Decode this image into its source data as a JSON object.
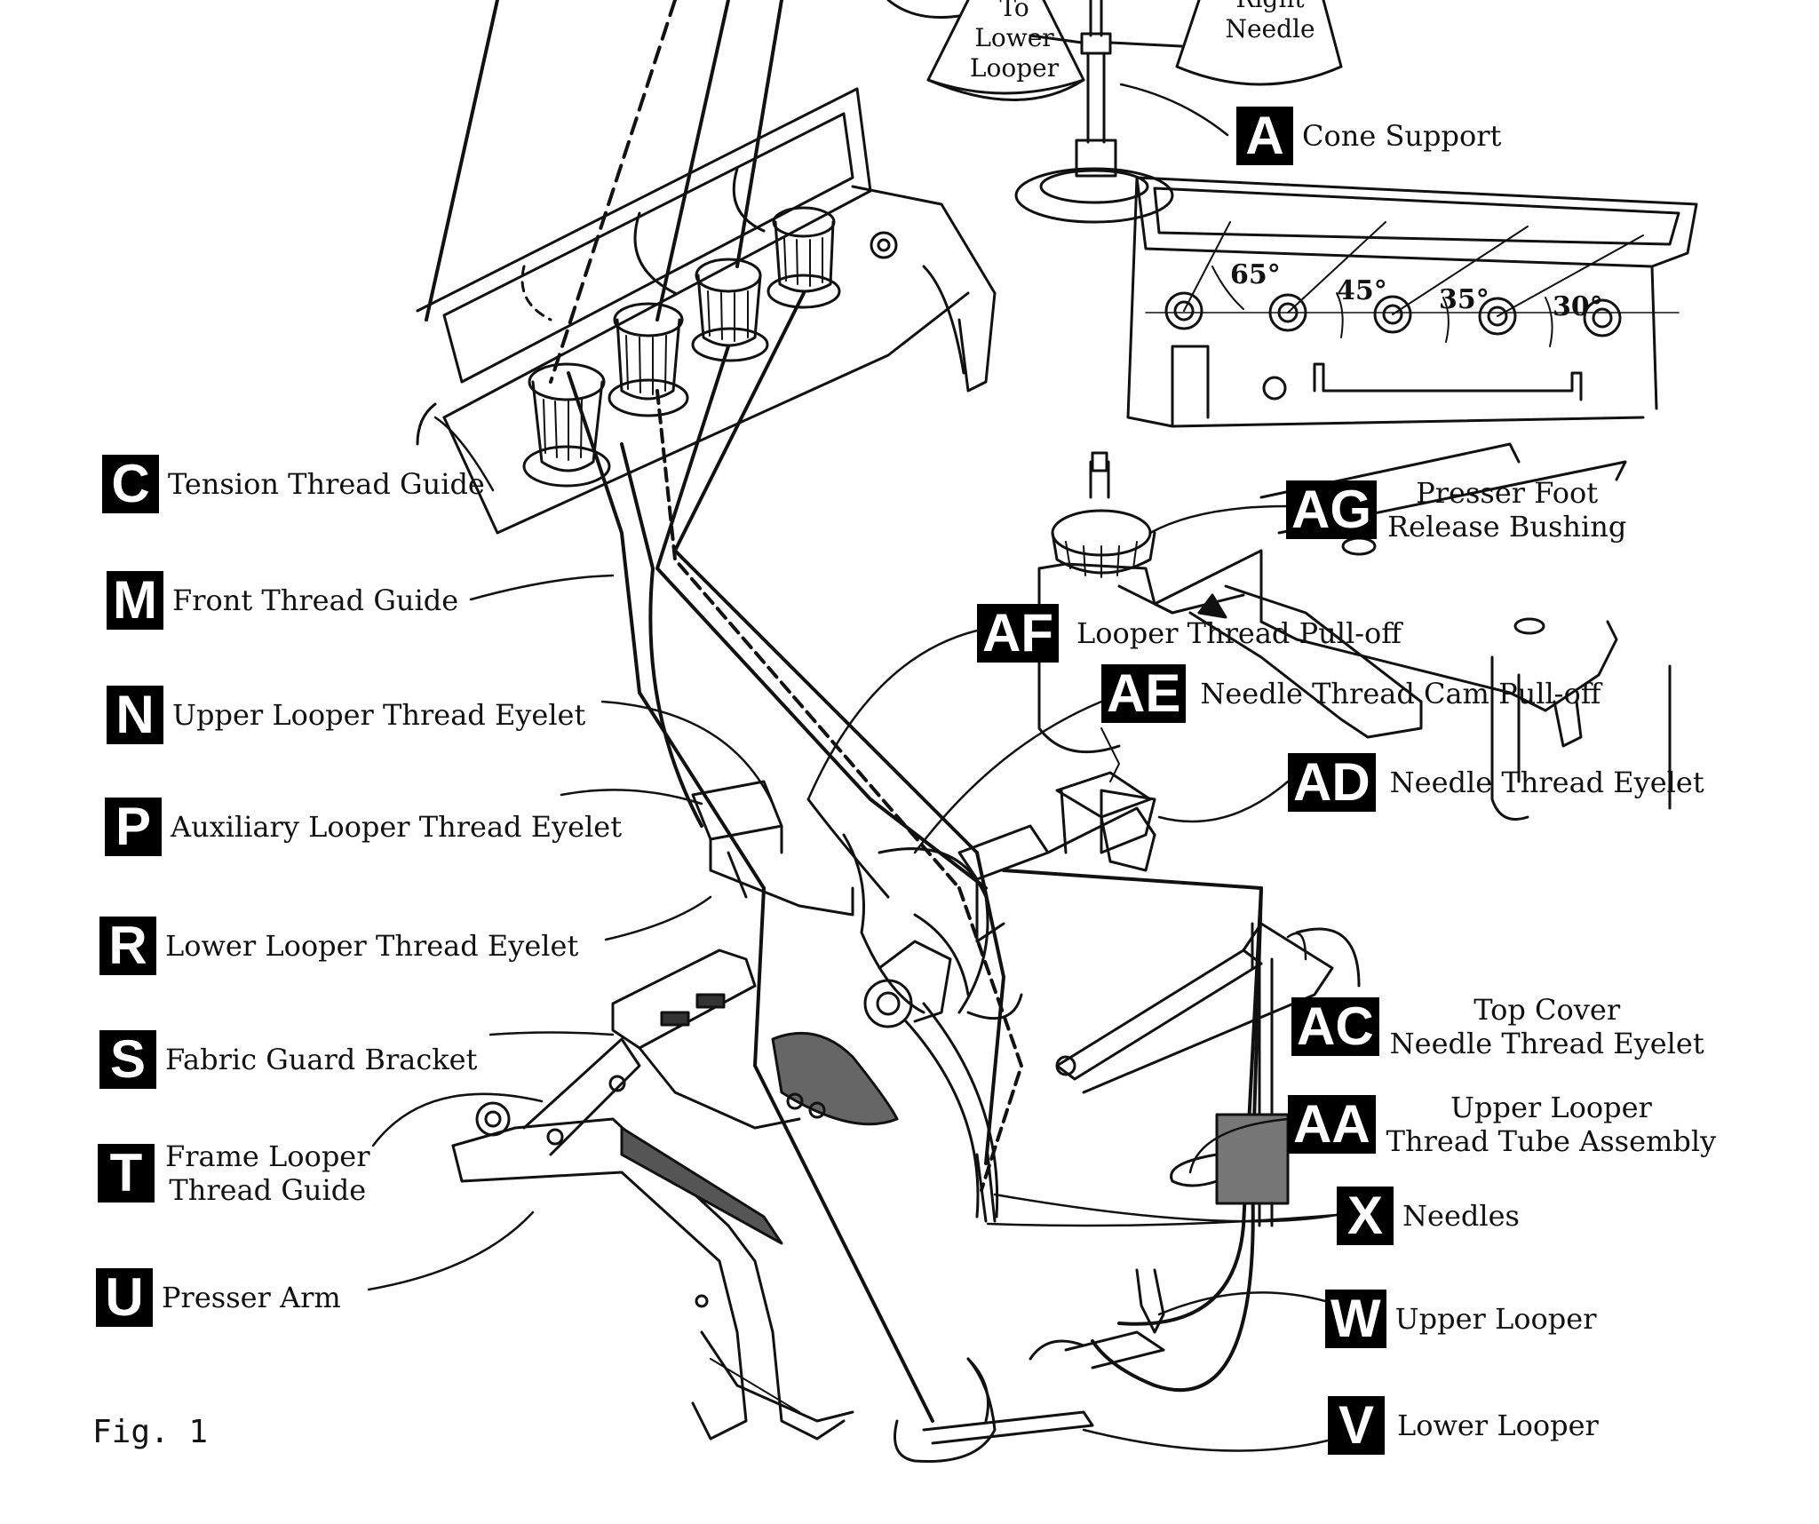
{
  "figure_caption": "Fig. 1",
  "cone_labels": {
    "lower_looper": [
      "To",
      "Lower",
      "Looper"
    ],
    "right_needle": [
      "Right",
      "Needle"
    ]
  },
  "angles": [
    "65°",
    "45°",
    "35°",
    "30°"
  ],
  "callouts": {
    "A": {
      "code": "A",
      "lines": [
        "Cone Support"
      ]
    },
    "C": {
      "code": "C",
      "lines": [
        "Tension Thread Guide"
      ]
    },
    "M": {
      "code": "M",
      "lines": [
        "Front Thread Guide"
      ]
    },
    "N": {
      "code": "N",
      "lines": [
        "Upper Looper Thread Eyelet"
      ]
    },
    "P": {
      "code": "P",
      "lines": [
        "Auxiliary Looper Thread Eyelet"
      ]
    },
    "R": {
      "code": "R",
      "lines": [
        "Lower Looper Thread Eyelet"
      ]
    },
    "S": {
      "code": "S",
      "lines": [
        "Fabric Guard Bracket"
      ]
    },
    "T": {
      "code": "T",
      "lines": [
        "Frame Looper",
        "Thread Guide"
      ]
    },
    "U": {
      "code": "U",
      "lines": [
        "Presser Arm"
      ]
    },
    "AG": {
      "code": "AG",
      "lines": [
        "Presser Foot",
        "Release Bushing"
      ]
    },
    "AF": {
      "code": "AF",
      "lines": [
        "Looper Thread Pull-off"
      ]
    },
    "AE": {
      "code": "AE",
      "lines": [
        "Needle Thread Cam Pull-off"
      ]
    },
    "AD": {
      "code": "AD",
      "lines": [
        "Needle Thread Eyelet"
      ]
    },
    "AC": {
      "code": "AC",
      "lines": [
        "Top  Cover",
        "Needle Thread Eyelet"
      ]
    },
    "AA": {
      "code": "AA",
      "lines": [
        "Upper Looper",
        "Thread Tube Assembly"
      ]
    },
    "X": {
      "code": "X",
      "lines": [
        "Needles"
      ]
    },
    "W": {
      "code": "W",
      "lines": [
        "Upper Looper"
      ]
    },
    "V": {
      "code": "V",
      "lines": [
        "Lower Looper"
      ]
    }
  }
}
